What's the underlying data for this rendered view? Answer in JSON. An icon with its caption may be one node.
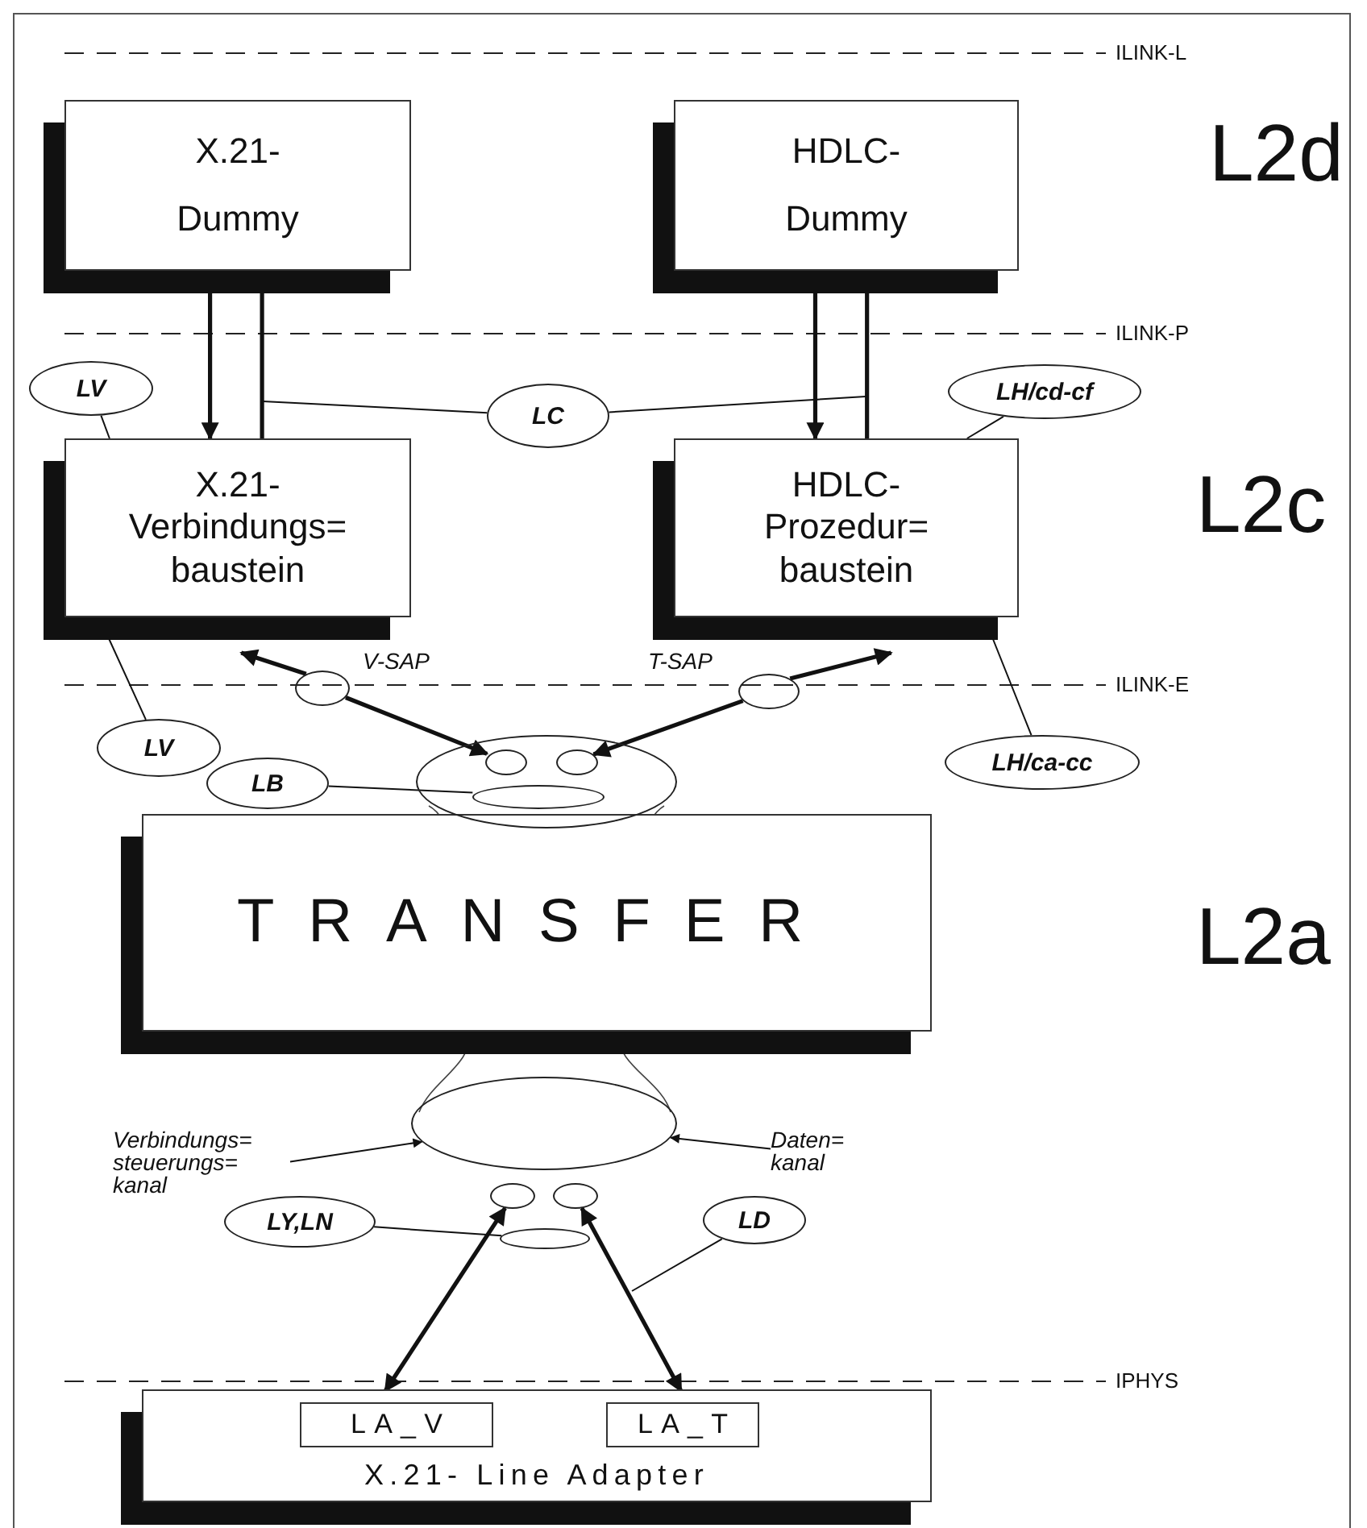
{
  "diagram": {
    "nodes": [
      {
        "text": [
          "X.21- Dummy"
        ]
      },
      {
        "text": [
          "HDLC- Dummy"
        ]
      },
      {
        "text": [
          "X.21- Verbindungs= baustein"
        ]
      },
      {
        "text": [
          "HDLC- Prozedur= baustein"
        ]
      },
      {
        "text": [
          "TRANSFER"
        ]
      },
      {
        "text": [
          "X.21- Line Adapter"
        ]
      },
      {
        "text": [
          "LA_V"
        ],
        "in": 5
      },
      {
        "text": [
          "LA_T"
        ],
        "in": 5
      },
      {
        "text": [
          "LV"
        ]
      },
      {
        "text": [
          "LC"
        ]
      },
      {
        "text": [
          "LH/cd-cf"
        ]
      },
      {
        "text": [
          "LV"
        ]
      },
      {
        "text": [
          "LH/ca-cc"
        ]
      },
      {
        "text": [
          "LB"
        ]
      },
      {
        "text": [
          "LY,LN"
        ]
      },
      {
        "text": [
          "LD"
        ]
      },
      {
        "text": [],
        "shape": "circle",
        "beside": [
          "V-SAP"
        ]
      },
      {
        "text": [],
        "shape": "circle",
        "beside": [
          "T-SAP"
        ]
      },
      {
        "text": [],
        "shape": "circle"
      },
      {
        "text": [],
        "shape": "circle",
        "in": 18
      },
      {
        "text": [],
        "shape": "circle",
        "in": 18
      },
      {
        "text": [],
        "shape": "circle",
        "in": 18
      },
      {
        "text": [],
        "shape": "circle"
      },
      {
        "text": [],
        "shape": "circle"
      },
      {
        "text": [],
        "shape": "circle"
      },
      {
        "text": [],
        "shape": "circle"
      },
      {
        "text": [
          "Verbindungs= steuerungs= kanal"
        ]
      },
      {
        "text": [
          "Daten= kanal"
        ]
      }
    ],
    "edges": [
      {
        "from": 0,
        "to": 2,
        "arrow": "to",
        "style": "thick"
      },
      {
        "from": 2,
        "to": 0,
        "arrow": "to",
        "style": "thick"
      },
      {
        "from": 1,
        "to": 3,
        "arrow": "to",
        "style": "thick"
      },
      {
        "from": 3,
        "to": 1,
        "arrow": "to",
        "style": "thick"
      },
      {
        "from": 9,
        "to": null,
        "arrow": "none"
      },
      {
        "from": 9,
        "to": null,
        "arrow": "none"
      },
      {
        "from": 8,
        "to": 2,
        "arrow": "none"
      },
      {
        "from": 10,
        "to": 3,
        "arrow": "none"
      },
      {
        "from": 11,
        "to": 2,
        "arrow": "none"
      },
      {
        "from": 12,
        "to": 3,
        "arrow": "none"
      },
      {
        "from": 16,
        "to": 2,
        "arrow": "to",
        "style": "thick"
      },
      {
        "from": 17,
        "to": 3,
        "arrow": "to",
        "style": "thick"
      },
      {
        "from": 13,
        "to": 21,
        "arrow": "none"
      },
      {
        "from": 26,
        "to": 22,
        "arrow": "to"
      },
      {
        "from": 27,
        "to": 22,
        "arrow": "to"
      },
      {
        "from": 23,
        "to": 6,
        "arrow": "both",
        "style": "thick"
      },
      {
        "from": 24,
        "to": 7,
        "arrow": "both",
        "style": "thick"
      },
      {
        "from": 14,
        "to": 25,
        "arrow": "none"
      },
      {
        "from": 15,
        "to": null,
        "arrow": "none"
      },
      {
        "from": 16,
        "to": 19,
        "arrow": "to",
        "style": "thick"
      },
      {
        "from": 17,
        "to": 20,
        "arrow": "to",
        "style": "thick"
      }
    ],
    "labels": [
      "ILINK-L",
      "L2d",
      "ILINK-P",
      "L2c",
      "ILINK-E",
      "L2a",
      "IPHYS"
    ]
  }
}
